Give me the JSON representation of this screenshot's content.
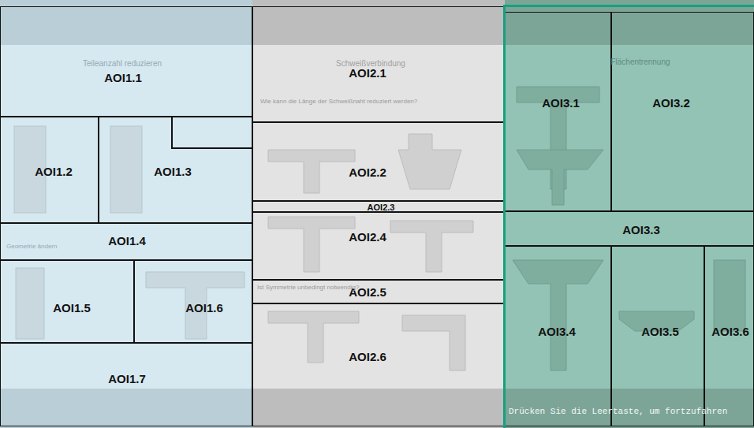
{
  "diagram": {
    "nodes": [
      {
        "text": [
          "AOI1.1"
        ]
      },
      {
        "text": [
          "AOI1.2"
        ]
      },
      {
        "text": [
          "AOI1.3"
        ]
      },
      {
        "text": [
          "AOI1.4"
        ]
      },
      {
        "text": [
          "AOI1.5"
        ]
      },
      {
        "text": [
          "AOI1.6"
        ]
      },
      {
        "text": [
          "AOI1.7"
        ]
      },
      {
        "text": [
          "AOI2.1"
        ]
      },
      {
        "text": [
          "AOI2.2"
        ]
      },
      {
        "text": [
          "AOI2.3"
        ]
      },
      {
        "text": [
          "AOI2.4"
        ]
      },
      {
        "text": [
          "AOI2.5"
        ]
      },
      {
        "text": [
          "AOI2.6"
        ]
      },
      {
        "text": [
          "AOI3.1"
        ]
      },
      {
        "text": [
          "AOI3.2"
        ]
      },
      {
        "text": [
          "AOI3.3"
        ]
      },
      {
        "text": [
          "AOI3.4"
        ]
      },
      {
        "text": [
          "AOI3.5"
        ]
      },
      {
        "text": [
          "AOI3.6"
        ]
      }
    ],
    "labels": [
      "Teileanzahl reduzieren",
      "Schweißverbindung",
      "Flächentrennung",
      "Wie kann die Länge der Schweißnaht reduziert werden?",
      "Geometrie ändern",
      "Ist Symmetrie unbedingt notwendig?",
      "Drücken Sie die Leertaste, um fortzufahren"
    ]
  }
}
